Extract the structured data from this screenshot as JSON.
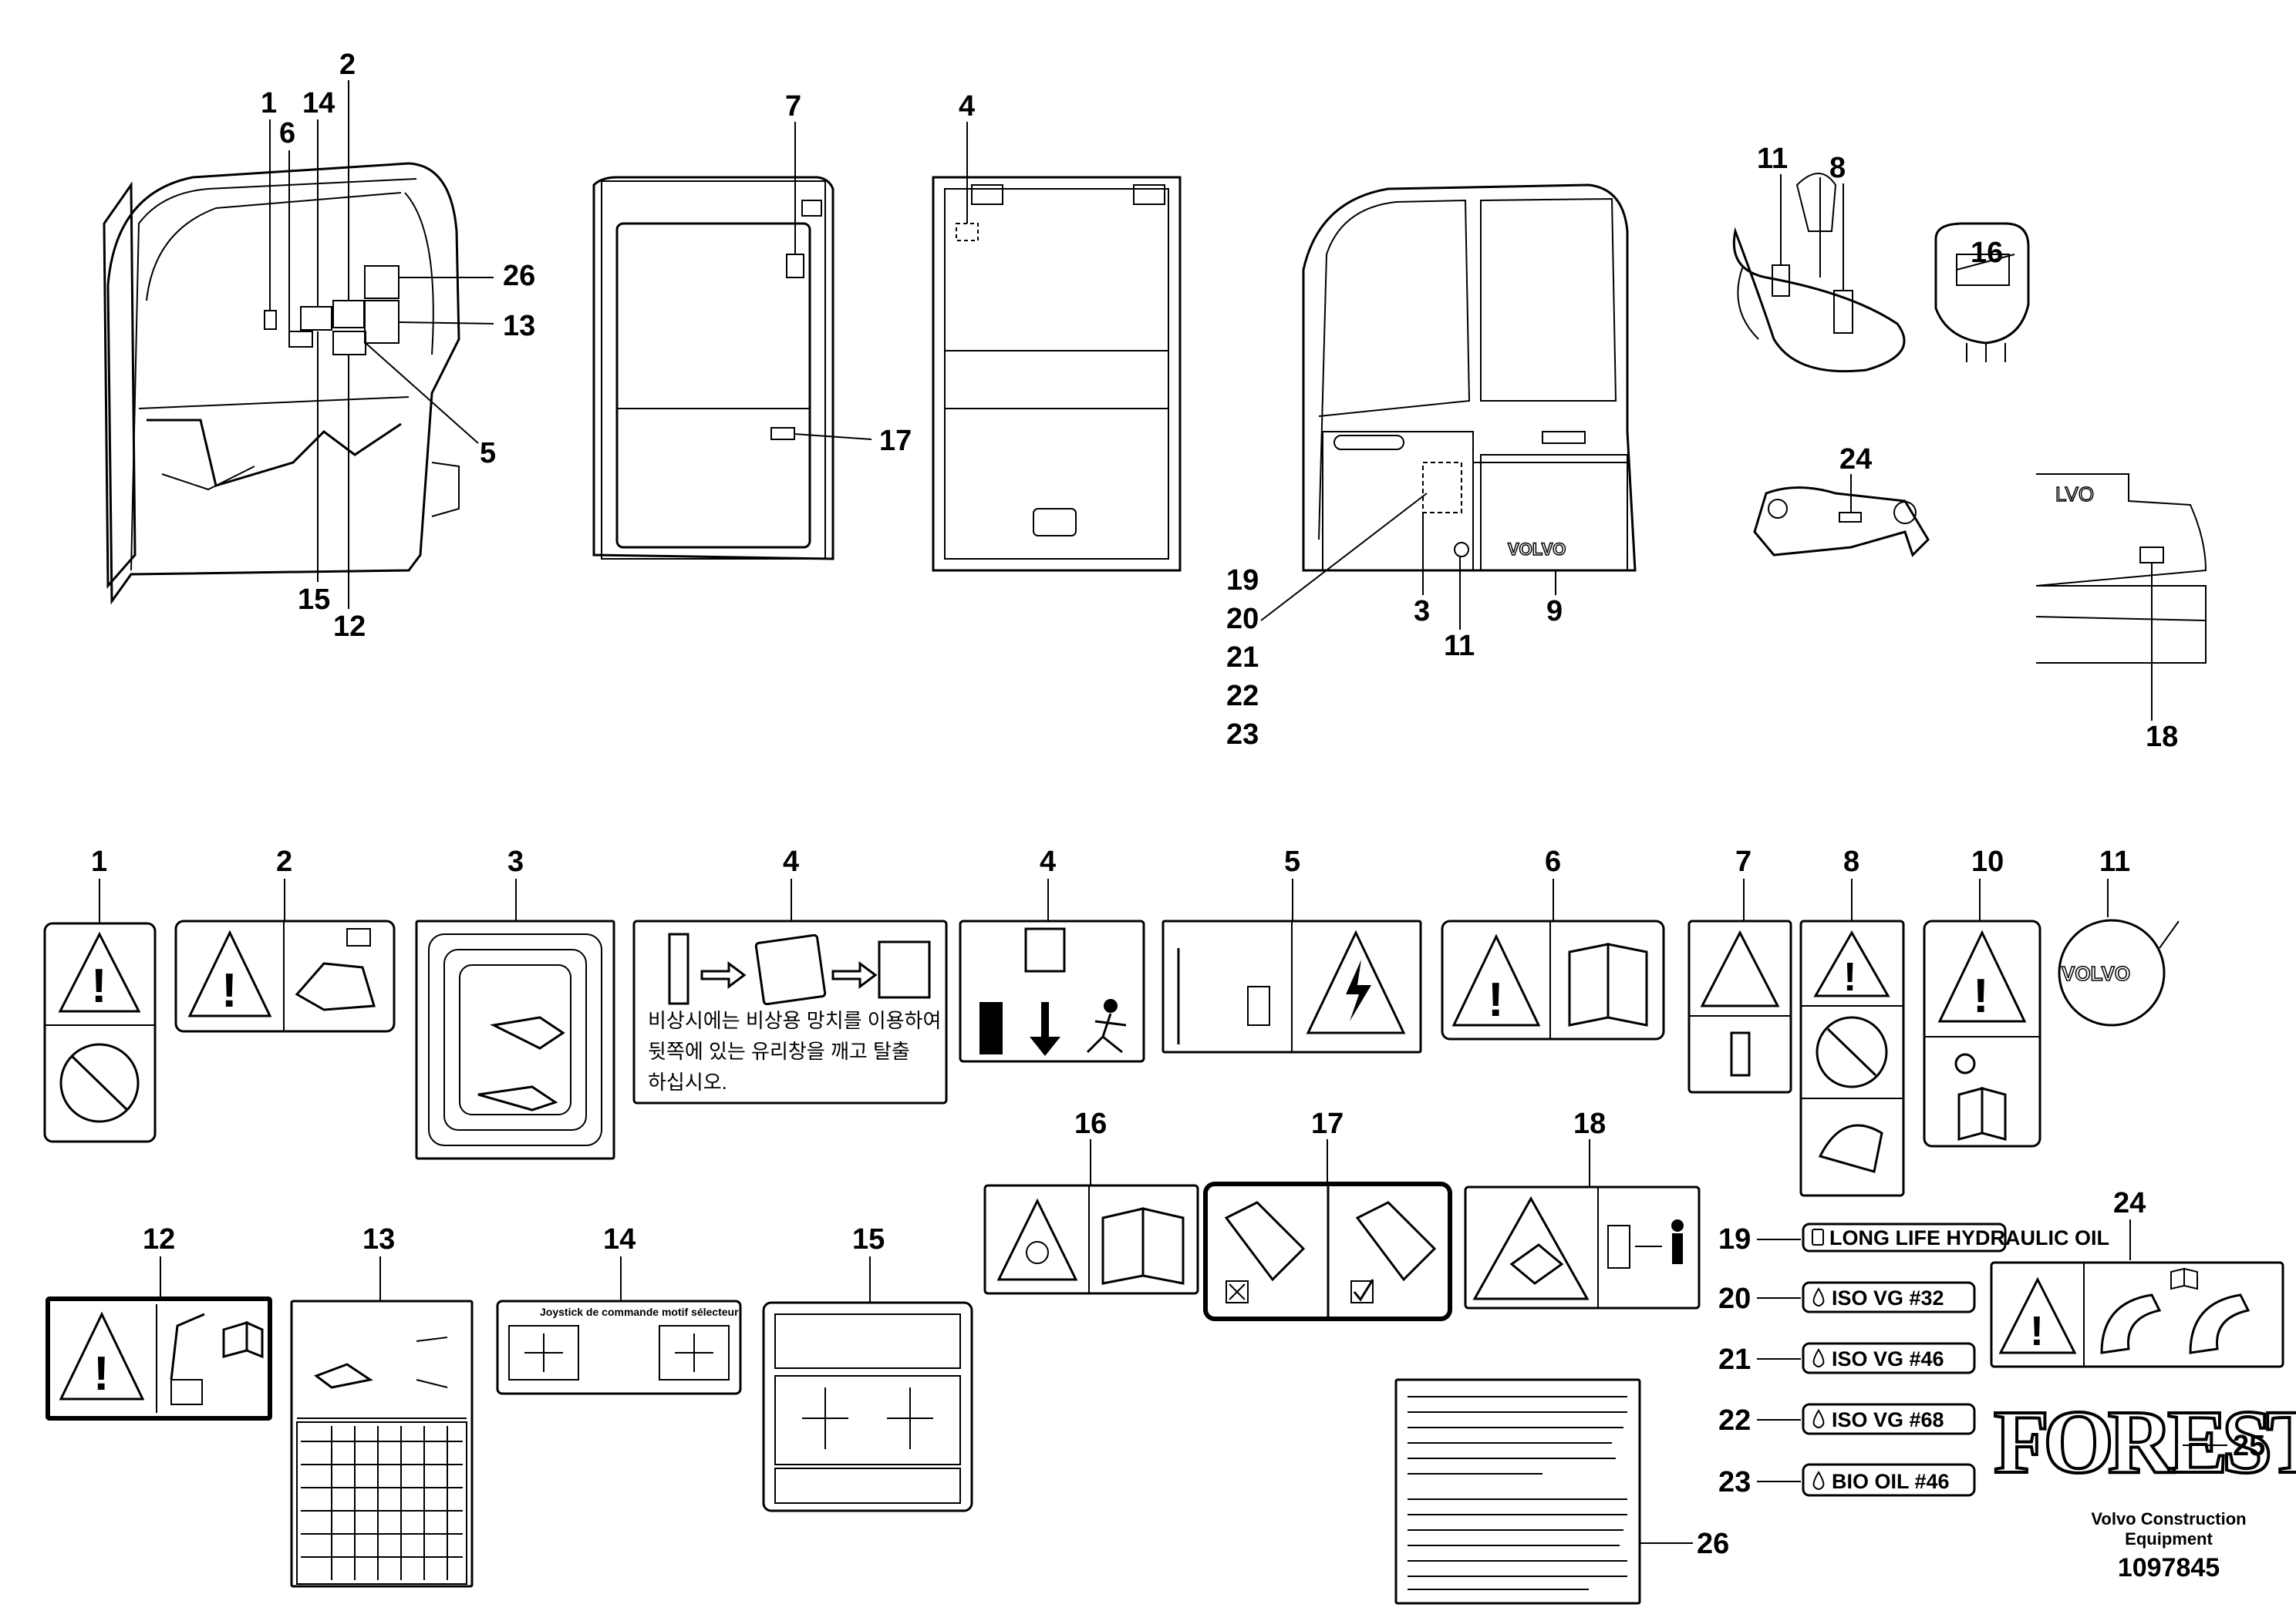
{
  "diagram": {
    "top_callouts": [
      "1",
      "14",
      "2",
      "6",
      "26",
      "13",
      "5",
      "15",
      "12",
      "7",
      "17",
      "4",
      "11",
      "8",
      "16",
      "24",
      "18",
      "19",
      "20",
      "21",
      "22",
      "23",
      "3",
      "11",
      "9"
    ],
    "decal_numbers": [
      "1",
      "2",
      "3",
      "4",
      "4",
      "5",
      "6",
      "7",
      "8",
      "10",
      "11",
      "12",
      "13",
      "14",
      "15",
      "16",
      "17",
      "18",
      "19",
      "20",
      "21",
      "22",
      "23",
      "24",
      "25",
      "26"
    ],
    "decal_4_text": [
      "비상시에는 비상용 망치를 이용하여",
      "뒷쪽에 있는 유리창을 깨고 탈출",
      "하십시오."
    ],
    "decal_14_title": "Joystick de commande motif sélecteur",
    "oil_labels": {
      "19": "LONG LIFE HYDRAULIC OIL",
      "20": "ISO VG #32",
      "21": "ISO VG #46",
      "22": "ISO VG #68",
      "23": "BIO OIL #46"
    },
    "forest_text": "FOREST",
    "volvo_text": "VOLVO",
    "cab_logo": "VOLVO",
    "ivo_text": "LVO"
  },
  "footer": {
    "line1": "Volvo Construction",
    "line2": "Equipment",
    "doc_id": "1097845"
  }
}
